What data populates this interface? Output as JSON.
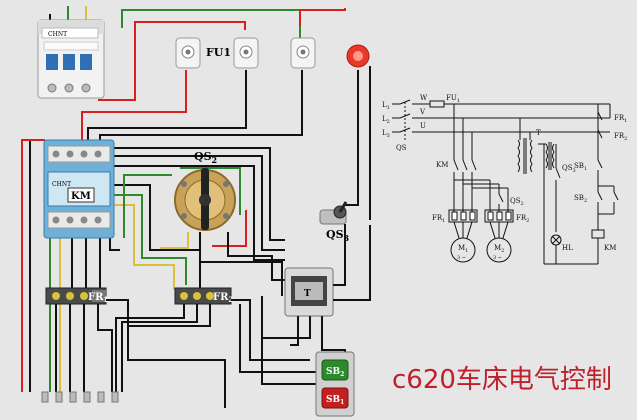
{
  "labels": {
    "fu1": "FU1",
    "qs2": "QS",
    "qs2_sub": "2",
    "qs3": "QS",
    "qs3_sub": "3",
    "km": "KM",
    "fr1": "FR",
    "fr1_sub": "1",
    "fr2": "FR",
    "fr2_sub": "2",
    "sb2": "SB",
    "sb2_sub": "2",
    "sb1": "SB",
    "sb1_sub": "1",
    "breaker_brand": "CHNT",
    "contactor_brand": "CHNT",
    "title": "c620车床电气控制"
  },
  "schematic": {
    "l1": "L",
    "l1_sub": "1",
    "l2": "L",
    "l2_sub": "2",
    "l3": "L",
    "l3_sub": "3",
    "qs": "QS",
    "u": "U",
    "v": "V",
    "w": "W",
    "fu1": "FU",
    "fu1_sub": "1",
    "fr1_top": "FR",
    "fr1_top_sub": "1",
    "fr2_top": "FR",
    "fr2_top_sub": "2",
    "km_left": "KM",
    "qs2": "QS",
    "qs2_sub": "2",
    "qs3": "QS",
    "qs3_sub": "3",
    "t": "T",
    "sb1": "SB",
    "sb1_sub": "1",
    "sb2": "SB",
    "sb2_sub": "2",
    "fr1_bot": "FR",
    "fr1_bot_sub": "1",
    "fr2_bot": "FR",
    "fr2_bot_sub": "2",
    "m1": "M",
    "m1_sub": "1",
    "m2": "M",
    "m2_sub": "2",
    "motor_phase": "3 ~",
    "hl": "HL",
    "km_coil": "KM"
  },
  "colors": {
    "background": "#e6e6e6",
    "wire_black": "#111111",
    "wire_red": "#d62020",
    "wire_green": "#2c8a2c",
    "wire_yellow": "#d8c23a",
    "module_blue": "#6fb0d8",
    "title_red": "#c0202c",
    "lamp_red": "#e83a2a"
  }
}
